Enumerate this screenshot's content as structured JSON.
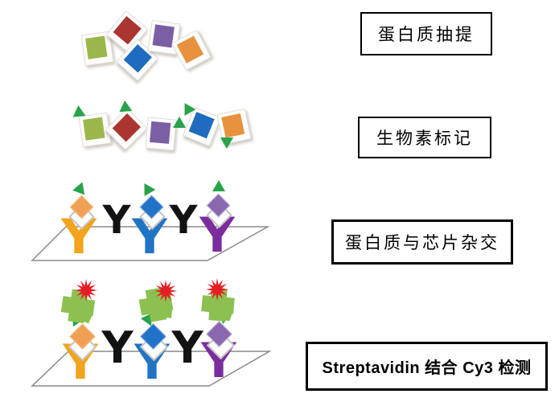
{
  "steps": [
    {
      "label": "蛋白质抽提"
    },
    {
      "label": "生物素标记"
    },
    {
      "label": "蛋白质与芯片杂交"
    },
    {
      "label": "Streptavidin  结合 Cy3 检测"
    }
  ],
  "glyphs": {
    "antibody": "Y"
  },
  "palette": {
    "protein_green": "#9cb74b",
    "protein_red": "#ab3530",
    "protein_blue": "#1e6bc0",
    "protein_purple": "#7b5fa5",
    "protein_orange": "#e8923f",
    "biotin_green": "#29a34b",
    "antibody_orange": "#f2a41c",
    "antibody_blue": "#2173c4",
    "antibody_purple": "#7b2d9e",
    "antibody_black": "#121212",
    "streptavidin_green": "#8cc152",
    "cy3_red": "#e51d24",
    "chip_outline": "#8a8a8a",
    "label_border": "#000000",
    "background": "#ffffff"
  }
}
